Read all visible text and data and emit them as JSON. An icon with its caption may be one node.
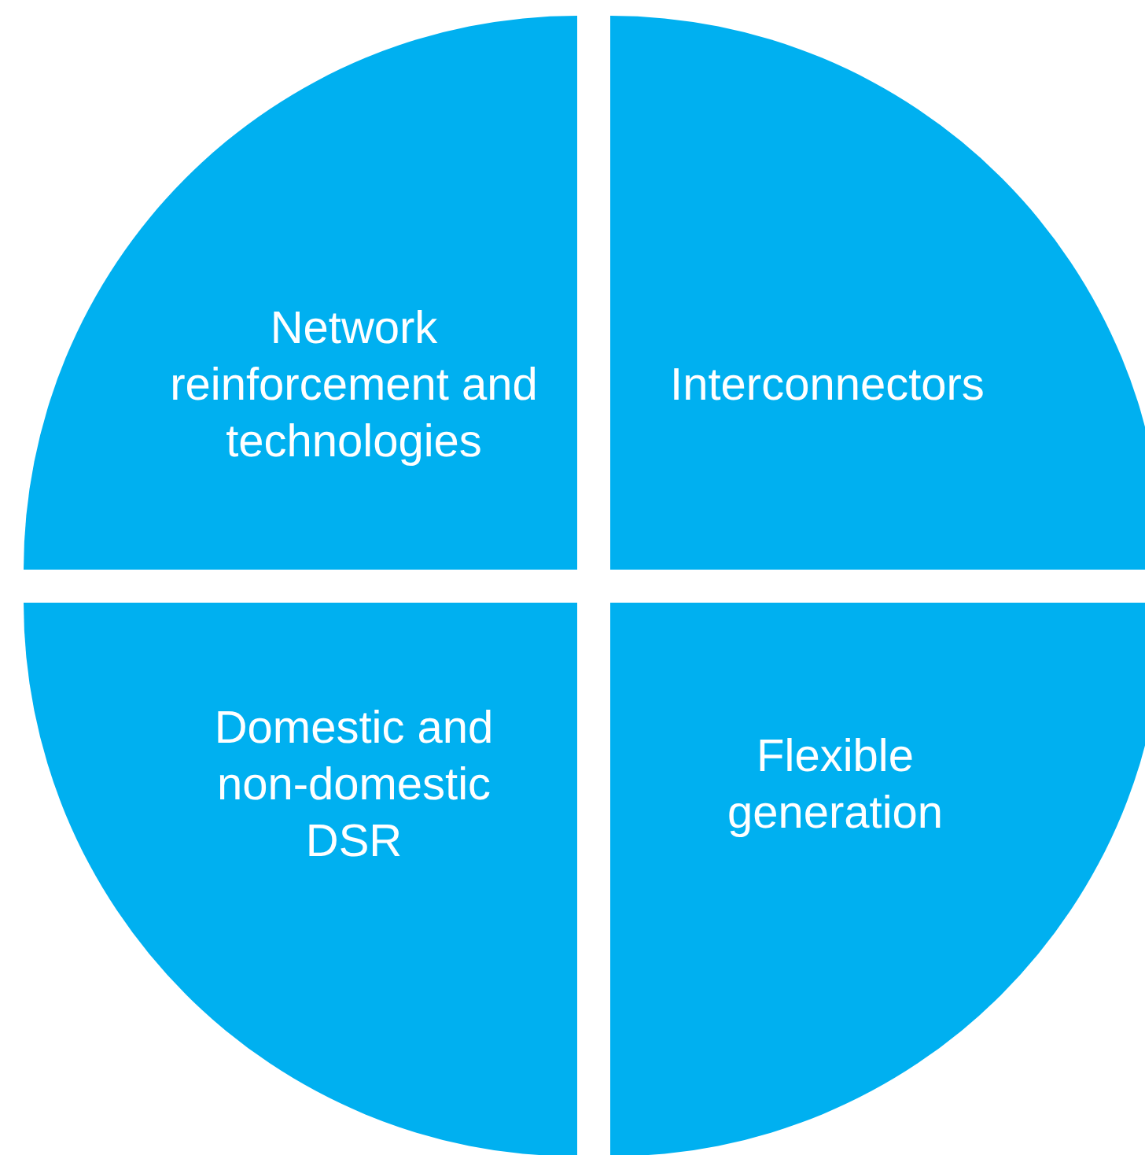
{
  "diagram": {
    "nodes": [
      {
        "text": [
          "Network reinforcement and technologies"
        ]
      },
      {
        "text": [
          "Interconnectors"
        ]
      },
      {
        "text": [
          "Domestic and non-domestic DSR"
        ]
      },
      {
        "text": [
          "Flexible generation"
        ]
      }
    ]
  }
}
